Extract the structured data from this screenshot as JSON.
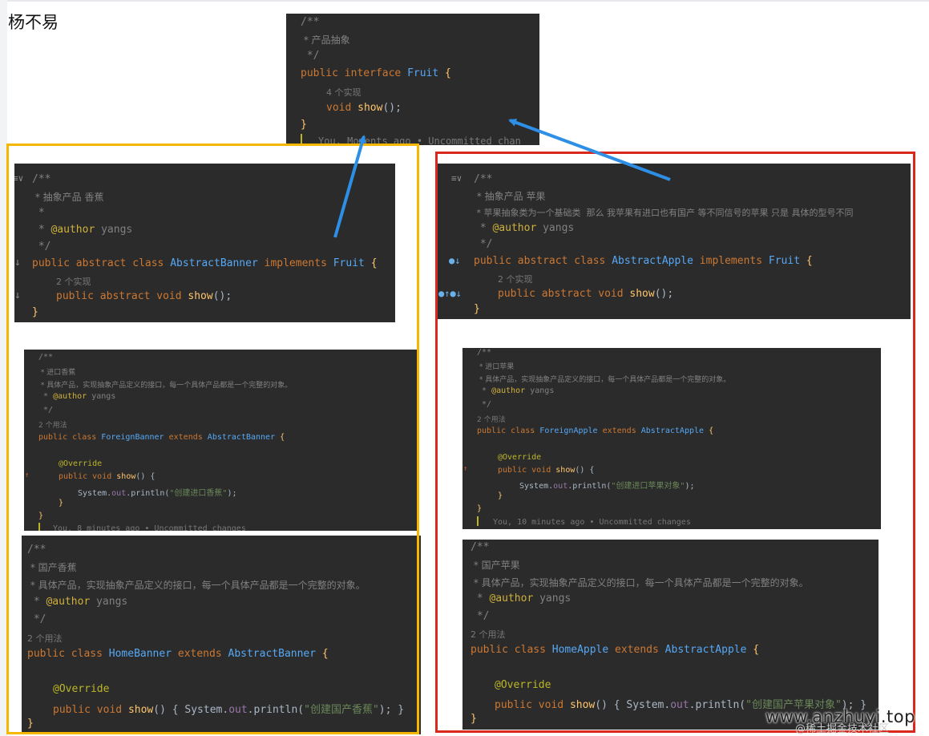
{
  "author": "杨不易",
  "fruit": {
    "doc_open": "/**",
    "doc_text": " * 产品抽象",
    "doc_close": " */",
    "kw_public": "public",
    "kw_interface": "interface",
    "name": "Fruit",
    "brace_open": " {",
    "hint": "4 个实现",
    "kw_void": "void",
    "method": "show",
    "method_tail": "();",
    "brace_close": "}",
    "blame": "You, Moments ago • Uncommitted chan"
  },
  "abstract_banner": {
    "doc_open": "/**",
    "doc_text": " * 抽象产品 香蕉",
    "doc_star": " *",
    "author_tag": "@author",
    "author_val": "yangs",
    "doc_close": " */",
    "kw_public": "public",
    "kw_abstract": "abstract",
    "kw_class": "class",
    "name": "AbstractBanner",
    "kw_implements": "implements",
    "iface": "Fruit",
    "brace_open": " {",
    "hint": "2 个实现",
    "kw_void": "void",
    "method": "show",
    "method_tail": "();",
    "brace_close": "}"
  },
  "abstract_apple": {
    "doc_open": "/**",
    "doc_text": " * 抽象产品 苹果",
    "doc_text2": " * 苹果抽象类为一个基础类  那么 我苹果有进口也有国产 等不同信号的苹果 只是 具体的型号不同",
    "author_tag": "@author",
    "author_val": "yangs",
    "doc_close": " */",
    "kw_public": "public",
    "kw_abstract": "abstract",
    "kw_class": "class",
    "name": "AbstractApple",
    "kw_implements": "implements",
    "iface": "Fruit",
    "brace_open": " {",
    "hint": "2 个实现",
    "kw_void": "void",
    "method": "show",
    "method_tail": "();",
    "brace_close": "}"
  },
  "foreign_banner": {
    "doc_open": "/**",
    "doc_text": " * 进口香蕉",
    "doc_text2": " * 具体产品，实现抽象产品定义的接口，每一个具体产品都是一个完整的对象。",
    "author_tag": "@author",
    "author_val": "yangs",
    "doc_close": " */",
    "usages": "2 个用法",
    "kw_public": "public",
    "kw_class": "class",
    "name": "ForeignBanner",
    "kw_extends": "extends",
    "parent": "AbstractBanner",
    "brace_open": " {",
    "override": "@Override",
    "kw_void": "void",
    "method": "show",
    "method_head": "() {",
    "sys": "System.",
    "out": "out",
    "println": ".println(",
    "str": "\"创建进口香蕉\"",
    "call_tail": ");",
    "inner_close": "}",
    "brace_close": "}",
    "blame": "You, 8 minutes ago • Uncommitted changes"
  },
  "foreign_apple": {
    "doc_open": "/**",
    "doc_text": " * 进口苹果",
    "doc_text2": " * 具体产品，实现抽象产品定义的接口，每一个具体产品都是一个完整的对象。",
    "author_tag": "@author",
    "author_val": "yangs",
    "doc_close": " */",
    "usages": "2 个用法",
    "kw_public": "public",
    "kw_class": "class",
    "name": "ForeignApple",
    "kw_extends": "extends",
    "parent": "AbstractApple",
    "brace_open": " {",
    "override": "@Override",
    "kw_void": "void",
    "method": "show",
    "method_head": "() {",
    "sys": "System.",
    "out": "out",
    "println": ".println(",
    "str": "\"创建进口苹果对象\"",
    "call_tail": ");",
    "inner_close": "}",
    "brace_close": "}",
    "blame": "You, 10 minutes ago • Uncommitted changes"
  },
  "home_banner": {
    "doc_open": "/**",
    "doc_text": " * 国产香蕉",
    "doc_text2": " * 具体产品，实现抽象产品定义的接口，每一个具体产品都是一个完整的对象。",
    "author_tag": "@author",
    "author_val": "yangs",
    "doc_close": " */",
    "usages": "2 个用法",
    "kw_public": "public",
    "kw_class": "class",
    "name": "HomeBanner",
    "kw_extends": "extends",
    "parent": "AbstractBanner",
    "brace_open": " {",
    "override": "@Override",
    "kw_void": "void",
    "method": "show",
    "method_head": "() { ",
    "sys": "System.",
    "out": "out",
    "println": ".println(",
    "str": "\"创建国产香蕉\"",
    "call_tail": "); }",
    "brace_close": "}"
  },
  "home_apple": {
    "doc_open": "/**",
    "doc_text": " * 国产苹果",
    "doc_text2": " * 具体产品，实现抽象产品定义的接口，每一个具体产品都是一个完整的对象。",
    "author_tag": "@author",
    "author_val": "yangs",
    "doc_close": " */",
    "usages": "2 个用法",
    "kw_public": "public",
    "kw_class": "class",
    "name": "HomeApple",
    "kw_extends": "extends",
    "parent": "AbstractApple",
    "brace_open": " {",
    "override": "@Override",
    "kw_void": "void",
    "method": "show",
    "method_head": "() { ",
    "sys": "System.",
    "out": "out",
    "println": ".println(",
    "str": "\"创建国产苹果对象\"",
    "call_tail": "); }",
    "brace_close": "}"
  },
  "watermark": {
    "site": "www.anzhuyi.top",
    "sub": "@稀土掘金技术社区"
  },
  "colors": {
    "banner_frame": "#f5b700",
    "apple_frame": "#d9291c",
    "arrow": "#2d8fe6",
    "editor_bg": "#2b2b2b"
  }
}
